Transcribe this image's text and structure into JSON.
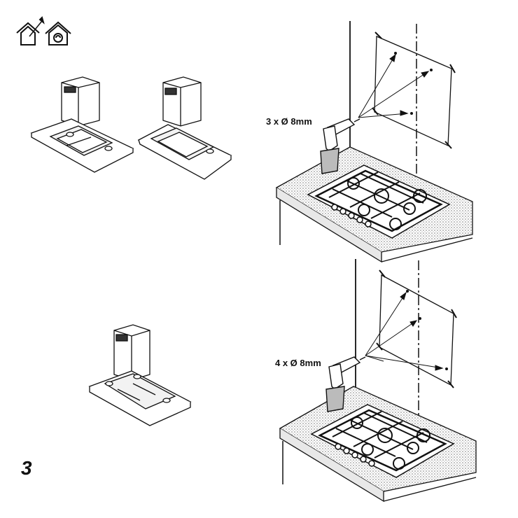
{
  "header_icons": [
    "house-install-icon",
    "house-recirculate-icon"
  ],
  "callouts": {
    "top_drill_label": "3 x Ø 8mm",
    "bottom_drill_label": "4 x Ø 8mm"
  },
  "step_number": "3",
  "colors": {
    "ink": "#111111",
    "shading": "#9a9a9a",
    "paper": "#ffffff"
  }
}
